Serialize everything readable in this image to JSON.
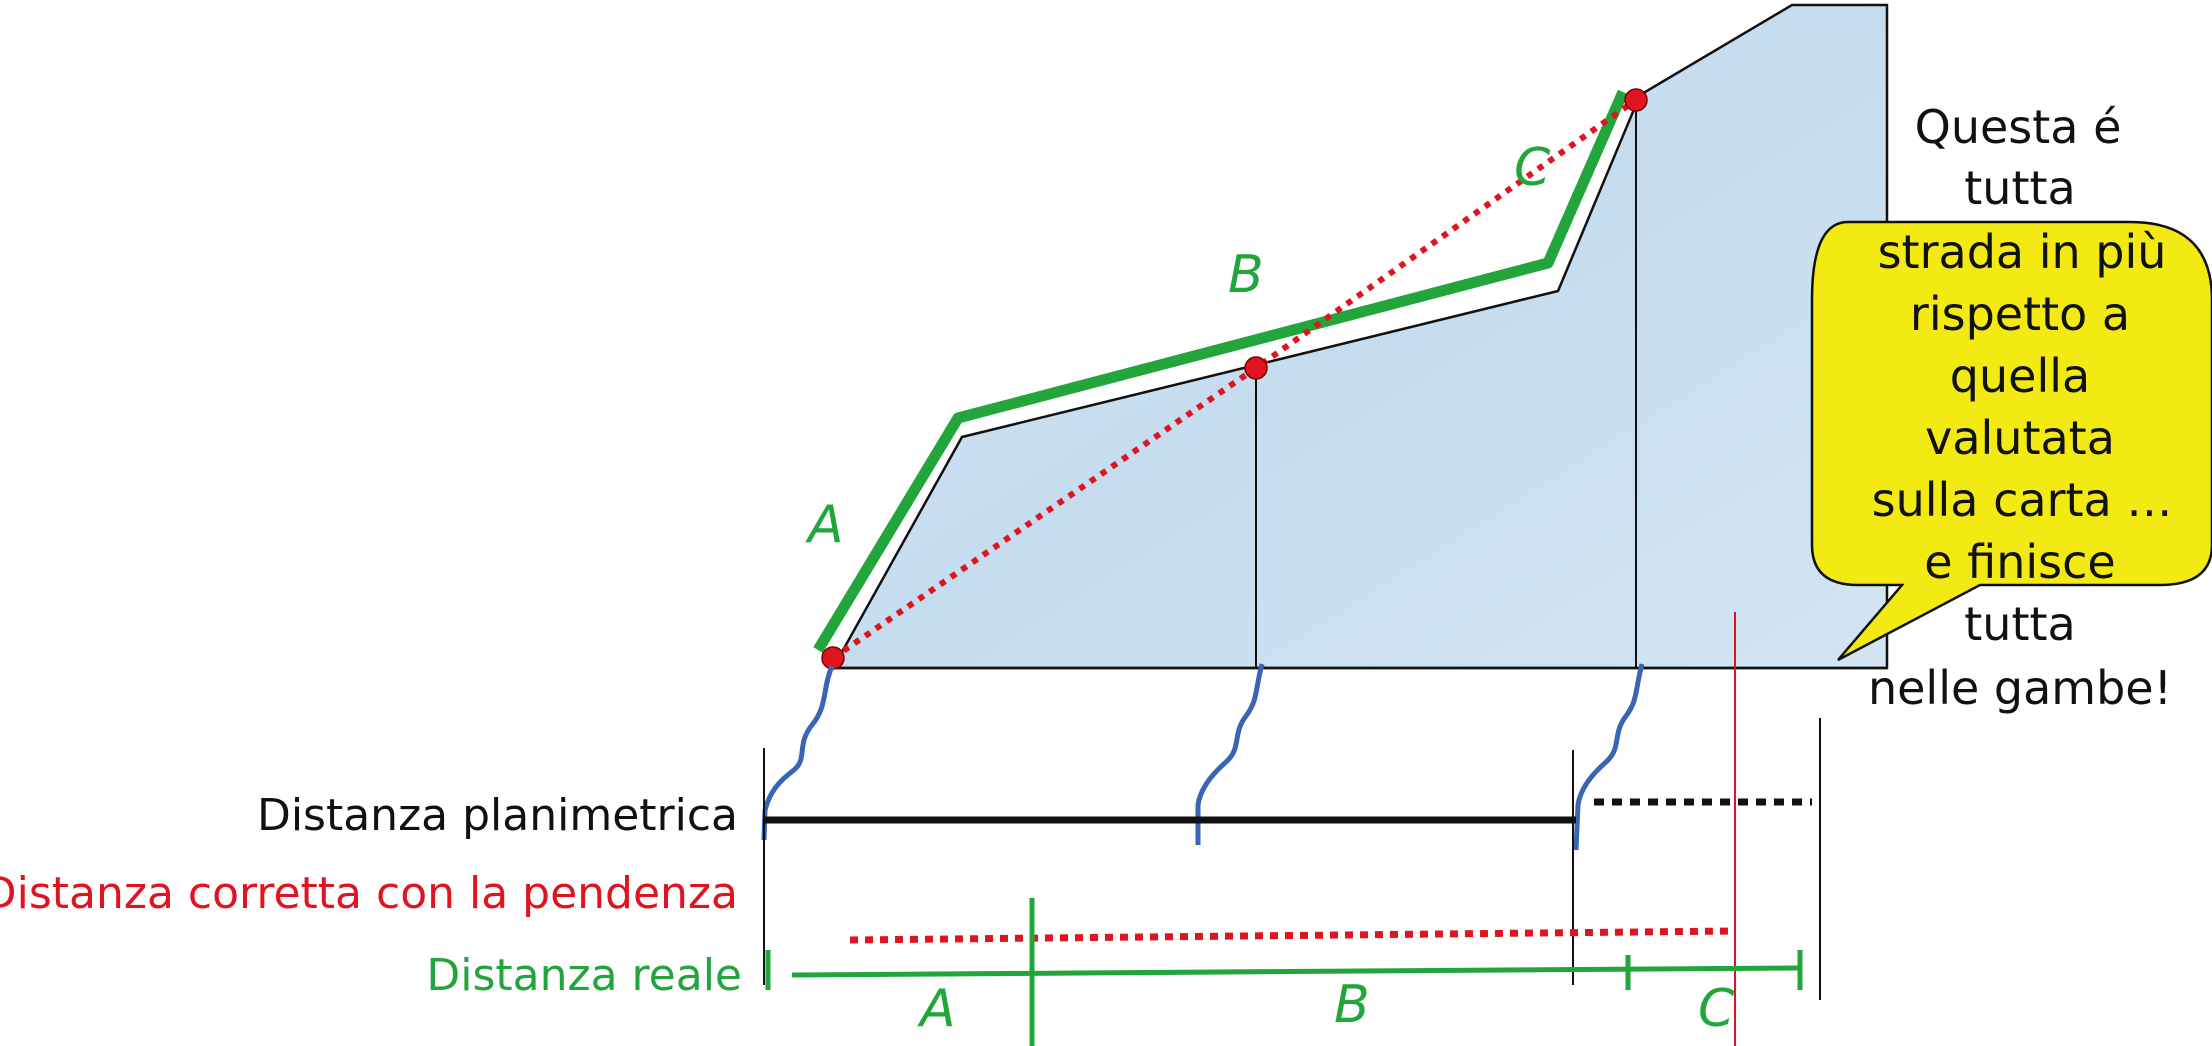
{
  "labels": {
    "segment_a": "A",
    "segment_b": "B",
    "segment_c": "C",
    "distanza_planimetrica": "Distanza planimetrica",
    "distanza_corretta": "Distanza corretta con la pendenza",
    "distanza_reale": "Distanza reale",
    "bottom_a": "A",
    "bottom_b": "B",
    "bottom_c": "C"
  },
  "callout_lines": [
    "Questa é",
    "tutta",
    "strada in più",
    "rispetto a",
    "quella",
    "valutata",
    "sulla carta …",
    "e finisce",
    "tutta",
    "nelle gambe!"
  ],
  "colors": {
    "green": "#22a53b",
    "red": "#e0141e",
    "blue": "#3a64b4",
    "black": "#111111",
    "terrain_fill": "#c9def0",
    "callout_fill": "#f2ea12"
  }
}
